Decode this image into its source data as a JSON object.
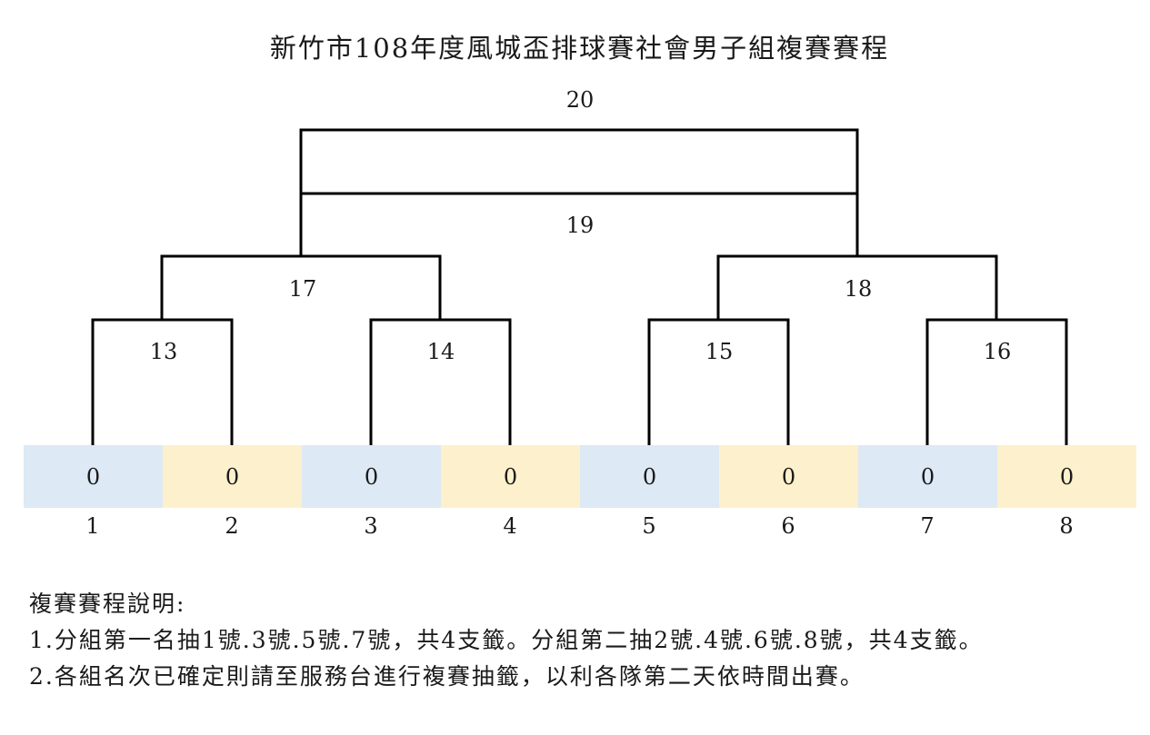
{
  "title": "新竹市108年度風城盃排球賽社會男子組複賽賽程",
  "matches": {
    "m13": "13",
    "m14": "14",
    "m15": "15",
    "m16": "16",
    "m17": "17",
    "m18": "18",
    "m19": "19",
    "m20": "20"
  },
  "slots": [
    {
      "value": "0",
      "seed": "1",
      "color": "#dde9f4"
    },
    {
      "value": "0",
      "seed": "2",
      "color": "#fdf0cc"
    },
    {
      "value": "0",
      "seed": "3",
      "color": "#dde9f4"
    },
    {
      "value": "0",
      "seed": "4",
      "color": "#fdf0cc"
    },
    {
      "value": "0",
      "seed": "5",
      "color": "#dde9f4"
    },
    {
      "value": "0",
      "seed": "6",
      "color": "#fdf0cc"
    },
    {
      "value": "0",
      "seed": "7",
      "color": "#dde9f4"
    },
    {
      "value": "0",
      "seed": "8",
      "color": "#fdf0cc"
    }
  ],
  "notes": {
    "heading": "複賽賽程說明:",
    "item1": "1.分組第一名抽1號.3號.5號.7號，共4支籤。分組第二抽2號.4號.6號.8號，共4支籤。",
    "item2": "2.各組名次已確定則請至服務台進行複賽抽籤，以利各隊第二天依時間出賽。"
  },
  "colors": {
    "line": "#000000",
    "odd_slot": "#dde9f4",
    "even_slot": "#fdf0cc"
  }
}
